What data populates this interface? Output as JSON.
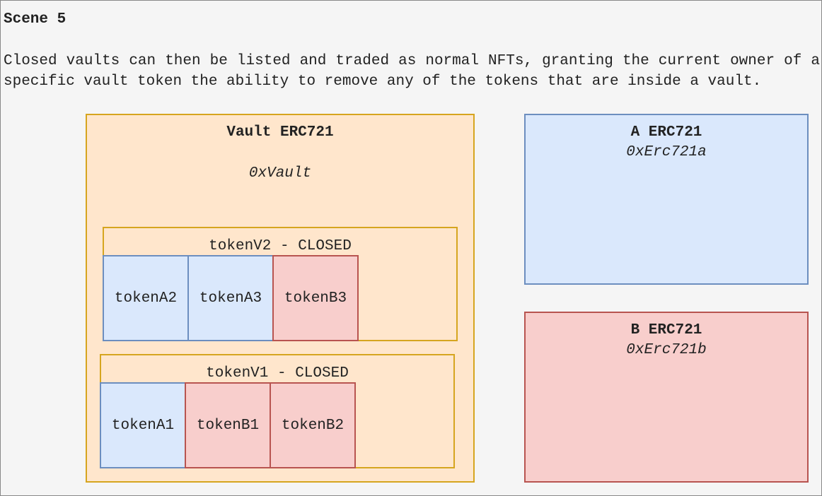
{
  "scene": {
    "title": "Scene 5",
    "description": "Closed vaults can then be listed and traded as normal NFTs, granting the current owner of a specific vault token the ability to remove any of the tokens that are inside a vault."
  },
  "vault": {
    "title": "Vault ERC721",
    "address": "0xVault",
    "groups": [
      {
        "label": "tokenV2 - CLOSED",
        "tokens": [
          "tokenA2",
          "tokenA3",
          "tokenB3"
        ]
      },
      {
        "label": "tokenV1 - CLOSED",
        "tokens": [
          "tokenA1",
          "tokenB1",
          "tokenB2"
        ]
      }
    ]
  },
  "contract_a": {
    "title": "A ERC721",
    "address": "0xErc721a"
  },
  "contract_b": {
    "title": "B ERC721",
    "address": "0xErc721b"
  },
  "colors": {
    "vault_fill": "#ffe6cc",
    "vault_border": "#d6a51f",
    "a_fill": "#dae8fc",
    "a_border": "#6c8ebf",
    "b_fill": "#f8cecc",
    "b_border": "#b85450"
  }
}
